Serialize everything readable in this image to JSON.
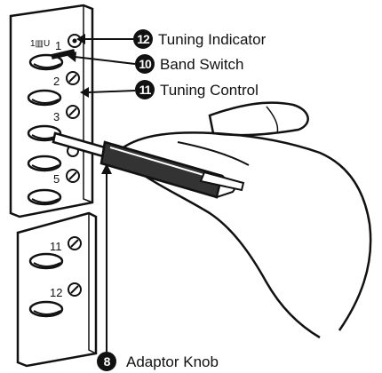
{
  "panel": {
    "header": "1▥U",
    "channels": [
      "1",
      "2",
      "3",
      "5",
      "11",
      "12"
    ]
  },
  "callouts": [
    {
      "number": "12",
      "label": "Tuning Indicator"
    },
    {
      "number": "10",
      "label": "Band Switch"
    },
    {
      "number": "11",
      "label": "Tuning Control"
    },
    {
      "number": "8",
      "label": "Adaptor Knob"
    }
  ],
  "colors": {
    "ink": "#111111",
    "paper": "#ffffff"
  }
}
